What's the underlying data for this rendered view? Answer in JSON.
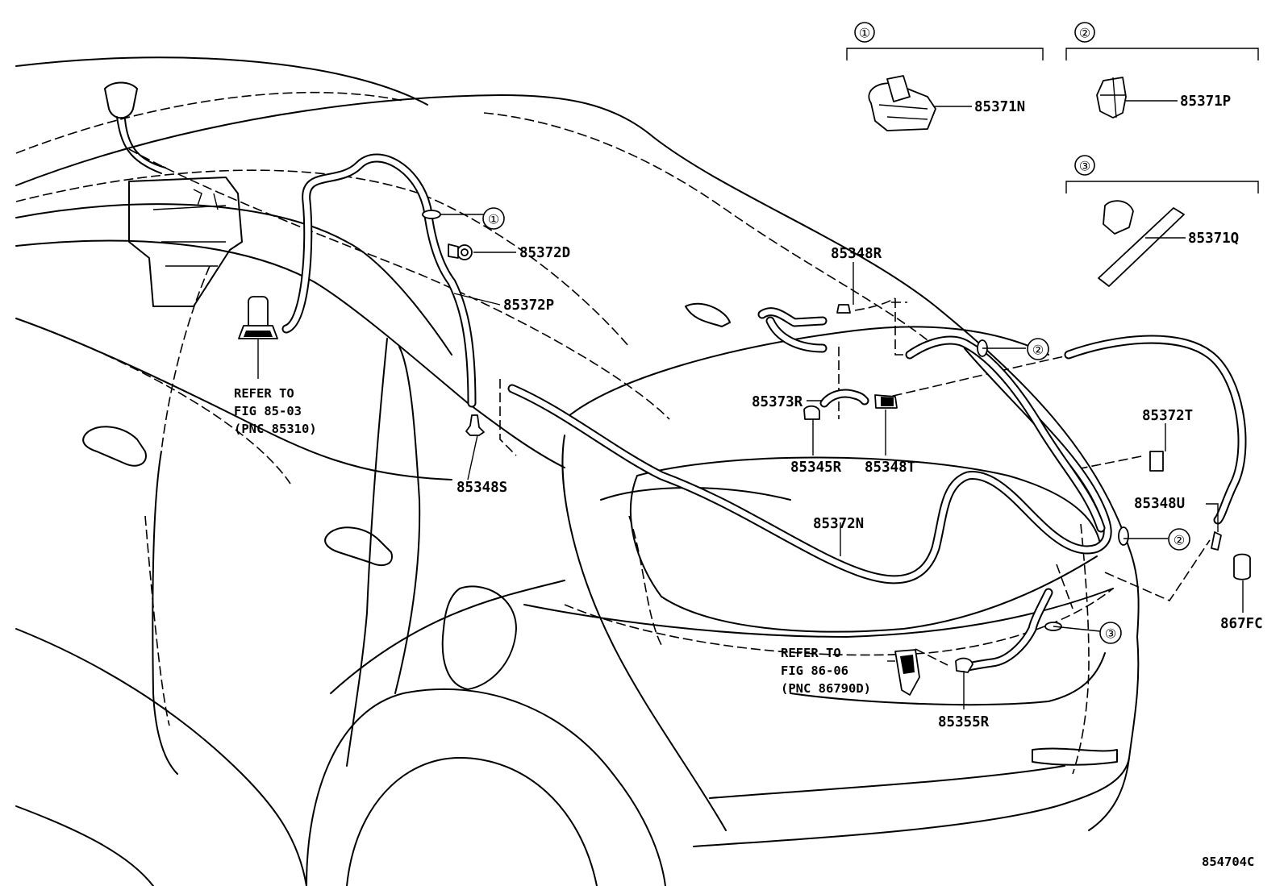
{
  "callouts": [
    "①",
    "②",
    "③"
  ],
  "part_numbers": {
    "p85371N": "85371N",
    "p85371P": "85371P",
    "p85371Q": "85371Q",
    "p85372D": "85372D",
    "p85372P": "85372P",
    "p85348R": "85348R",
    "p85373R": "85373R",
    "p85345R": "85345R",
    "p85348T": "85348T",
    "p85372T": "85372T",
    "p85348U": "85348U",
    "p85348S": "85348S",
    "p85372N": "85372N",
    "p867FC": "867FC",
    "p85355R": "85355R"
  },
  "refer_notes": {
    "note1": [
      "REFER TO",
      "FIG 85-03",
      "(PNC 85310)"
    ],
    "note2": [
      "REFER TO",
      "FIG 86-06",
      "(PNC 86790D)"
    ]
  },
  "figure_id": "854704C"
}
